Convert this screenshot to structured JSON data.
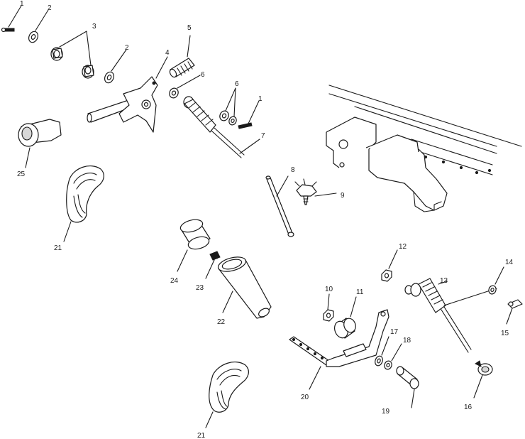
{
  "callouts": {
    "c1a": "1",
    "c1b": "1",
    "c2a": "2",
    "c2b": "2",
    "c3": "3",
    "c4": "4",
    "c5": "5",
    "c6a": "6",
    "c6b": "6",
    "c7": "7",
    "c8": "8",
    "c9a": "9",
    "c10": "10",
    "c11": "11",
    "c12": "12",
    "c13": "13",
    "c14": "14",
    "c15": "15",
    "c16": "16",
    "c17": "17",
    "c18": "18",
    "c19": "19",
    "c20": "20",
    "c21a": "21",
    "c21b": "21",
    "c22": "22",
    "c23": "23",
    "c24": "24",
    "c25": "25"
  }
}
